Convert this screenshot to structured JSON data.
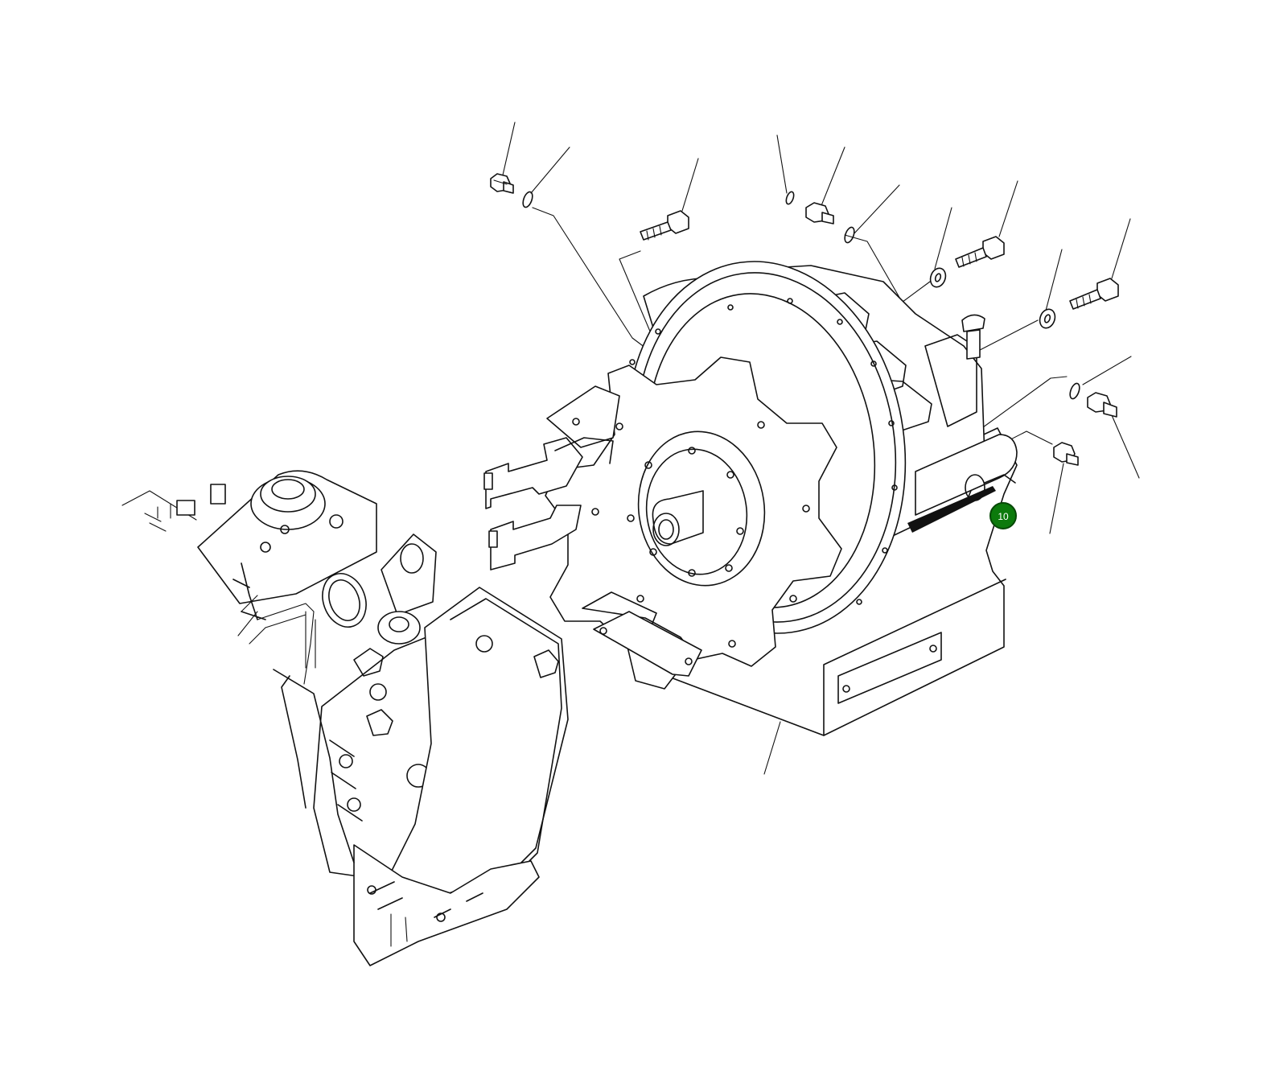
{
  "callouts": [
    {
      "label": "10",
      "color": "#0c7a0c",
      "text_color": "#ffffff"
    }
  ],
  "parts_visible": [
    "hex-plug",
    "o-ring",
    "cap-screw",
    "washer",
    "transmission-housing",
    "flywheel-coupling",
    "output-yoke",
    "engine-block",
    "fuel-injection-pump"
  ]
}
